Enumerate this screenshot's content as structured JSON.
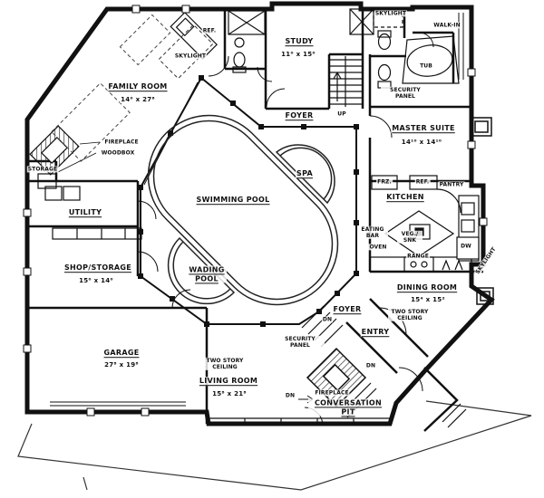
{
  "plan_title": "floor-plan",
  "labels": {
    "family_room": "FAMILY ROOM",
    "family_room_dim": "14⁰ x 27⁶",
    "fireplace_family": "FIREPLACE",
    "woodbox": "WOODBOX",
    "skylight_family": "SKYLIGHT",
    "ref_bar": "REF.",
    "study": "STUDY",
    "study_dim": "11⁰ x 15⁰",
    "skylight_bath": "SKYLIGHT",
    "walk_in": "WALK-IN",
    "tub": "TUB",
    "security_panel_upper": "SECURITY PANEL",
    "master_suite": "MASTER SUITE",
    "master_suite_dim": "14¹⁰ x 14¹⁰",
    "foyer_upper": "FOYER",
    "up": "UP",
    "frz": "FRZ.",
    "ref_kitchen": "REF.",
    "pantry": "PANTRY",
    "kitchen": "KITCHEN",
    "eating_bar": "EATING BAR",
    "veg_snk": "VEG./ SNK",
    "oven": "OVEN",
    "range": "RANGE",
    "dw": "DW",
    "skylight_kitchen": "SKYLIGHT",
    "dining_room": "DINING ROOM",
    "dining_room_dim": "15⁴ x 15²",
    "two_story_dining": "TWO STORY CEILING",
    "entry": "ENTRY",
    "foyer_lower": "FOYER",
    "dn_foyer": "DN",
    "security_panel_living": "SECURITY PANEL",
    "fireplace_pit": "FIREPLACE",
    "conversation_pit": "CONVERSATION PIT",
    "dn_pit": "DN",
    "dn_entry": "DN",
    "living_room": "LIVING ROOM",
    "living_room_dim": "15⁸ x 21⁸",
    "two_story_living": "TWO STORY CEILING",
    "swimming_pool": "SWIMMING POOL",
    "spa": "SPA",
    "wading_pool": "WADING POOL",
    "utility": "UTILITY",
    "storage": "STORAGE",
    "shop_storage": "SHOP/STORAGE",
    "shop_storage_dim": "15⁰ x 14⁰",
    "garage": "GARAGE",
    "garage_dim": "27⁸ x 19⁸"
  },
  "colors": {
    "line": "#111111",
    "paper": "#ffffff"
  }
}
